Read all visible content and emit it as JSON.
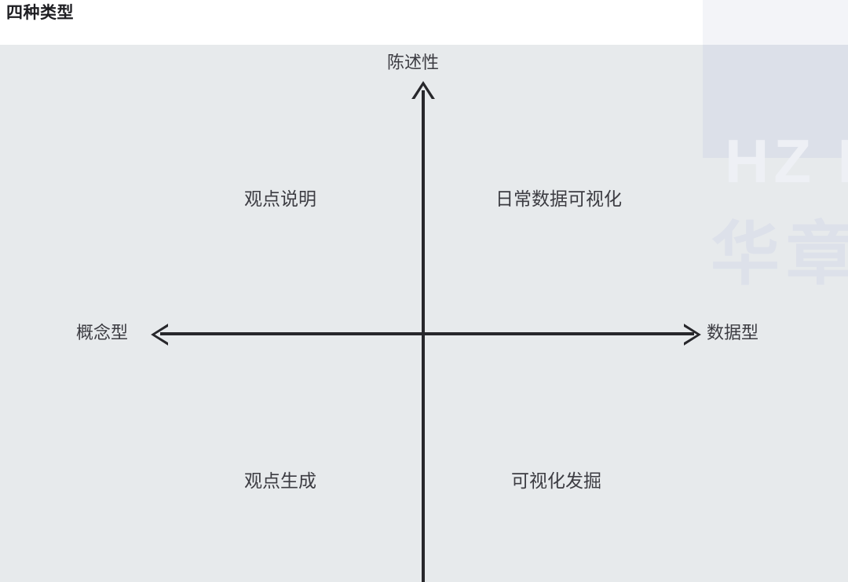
{
  "header": {
    "title": "四种类型"
  },
  "chart_data": {
    "type": "scatter",
    "title": "四种类型",
    "xlabel": "",
    "ylabel": "",
    "grid": false,
    "legend_position": "none",
    "axes": {
      "vertical": {
        "top_label": "陈述性",
        "direction": "up"
      },
      "horizontal": {
        "left_label": "概念型",
        "right_label": "数据型",
        "direction": "both"
      }
    },
    "quadrants": [
      {
        "position": "top-left",
        "label": "观点说明"
      },
      {
        "position": "top-right",
        "label": "日常数据可视化"
      },
      {
        "position": "bottom-left",
        "label": "观点生成"
      },
      {
        "position": "bottom-right",
        "label": "可视化发掘"
      }
    ]
  },
  "watermark": {
    "latin": "HZ B",
    "cjk": "华章"
  },
  "colors": {
    "page_background": "#ffffff",
    "chart_background": "#e7eaec",
    "axis": "#27272b",
    "label_text": "#3c3c42",
    "title_text": "#1e1e22",
    "watermark_block": "#dce0e9",
    "watermark_text": "#eef0f5"
  }
}
